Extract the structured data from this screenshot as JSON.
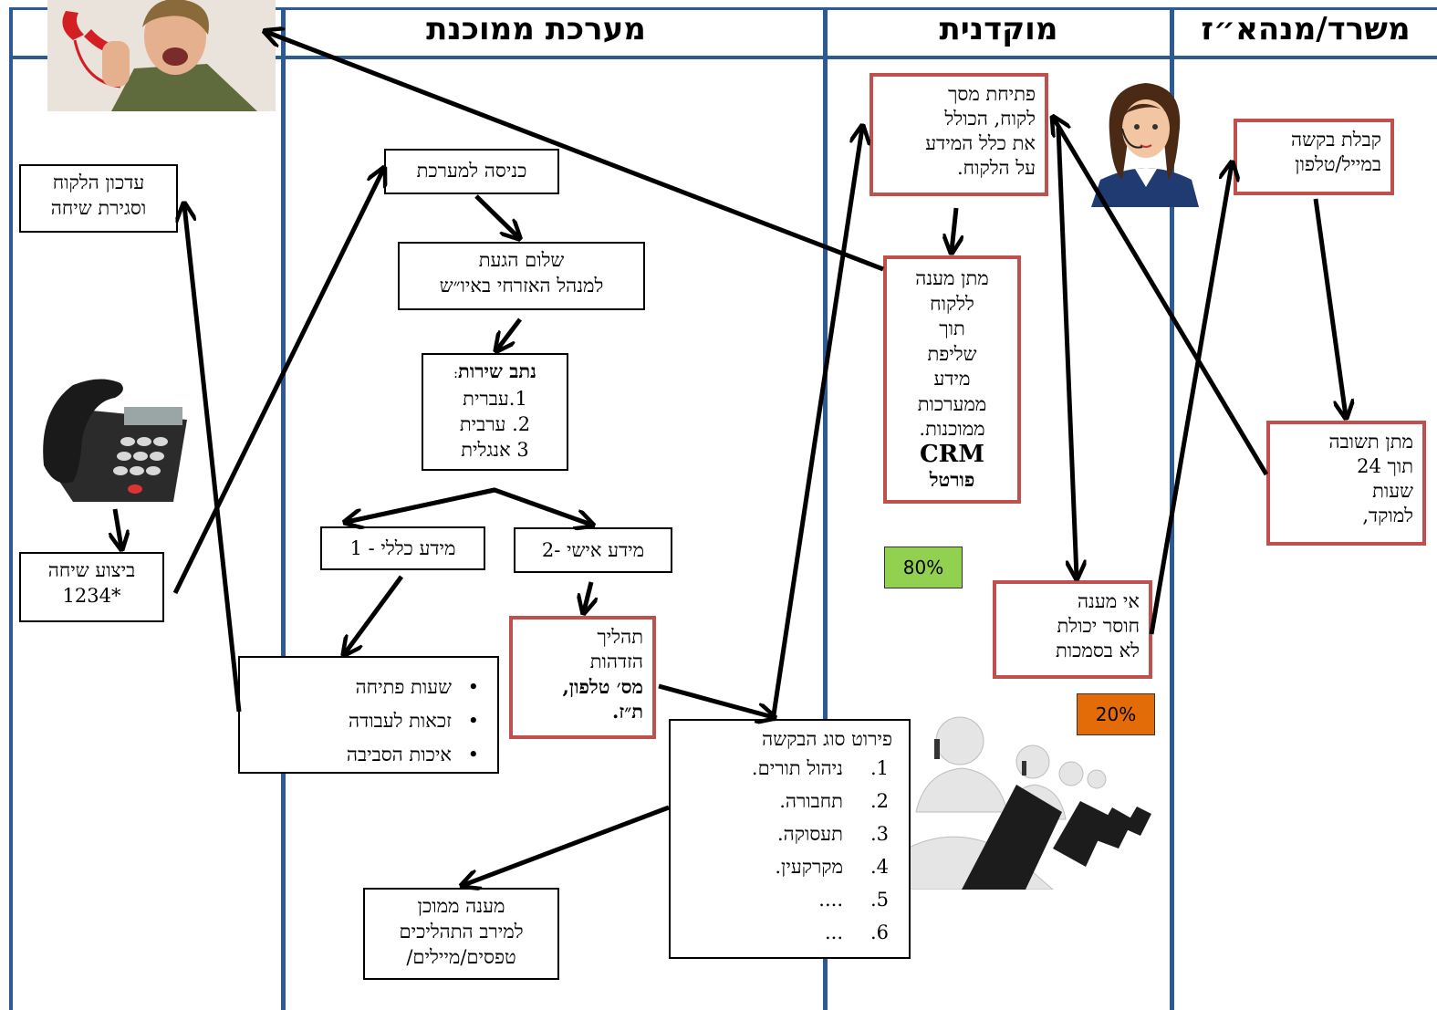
{
  "lanes": {
    "ministry": "משרד/מנהא״ז",
    "call_center": "מוקדנית",
    "automated": "מערכת ממוכנת"
  },
  "boxes": {
    "enter_system": "כניסה למערכת",
    "greeting_l1": "שלום הגעת",
    "greeting_l2": "למנהל האזרחי באיו״ש",
    "route_title": "נתב שירות",
    "route_colon": ":",
    "route_1": "1.עברית",
    "route_2": "2. ערבית",
    "route_3": "3 אנגלית",
    "general_info": "מידע כללי - 1",
    "personal_info": "מידע אישי -2",
    "general_items": [
      "שעות פתיחה",
      "זכאות לעבודה",
      "איכות הסביבה"
    ],
    "identify_1": "תהליך",
    "identify_2": "הזדהות",
    "identify_3": "מס׳ טלפון,",
    "identify_4": "ת״ז.",
    "request_title": "פירוט סוג הבקשה",
    "request_items": [
      {
        "num": "1.",
        "label": "ניהול תורים."
      },
      {
        "num": "2.",
        "label": "תחבורה."
      },
      {
        "num": "3.",
        "label": "תעסוקה."
      },
      {
        "num": "4.",
        "label": "מקרקעין."
      },
      {
        "num": "5.",
        "label": "...."
      },
      {
        "num": "6.",
        "label": "..."
      }
    ],
    "auto_answer_1": "מענה ממוכן",
    "auto_answer_2": "למירב התהליכים",
    "auto_answer_3": "טפסים/מיילים/",
    "update_client_1": "עדכון הלקוח",
    "update_client_2": "וסגירת שיחה",
    "make_call_1": "ביצוע שיחה",
    "make_call_2": "1234*",
    "open_screen": [
      "פתיחת מסך",
      "לקוח, הכולל",
      "את כלל המידע",
      "על הלקוח."
    ],
    "answer_client": [
      "מתן מענה",
      "ללקוח",
      "תוך",
      "שליפת",
      "מידע",
      "ממערכות",
      "ממוכנות."
    ],
    "answer_crm": "CRM",
    "answer_portal": "פורטל",
    "no_answer": [
      "אי מענה",
      "חוסר יכולת",
      "לא בסמכות"
    ],
    "receive_request": [
      "קבלת בקשה",
      "במייל/טלפון"
    ],
    "give_reply": [
      "מתן תשובה",
      "תוך 24",
      "שעות",
      "למוקד,"
    ]
  },
  "badges": {
    "pct_answer": "80%",
    "pct_no_answer": "20%"
  },
  "colors": {
    "lane_line": "#2e5a94",
    "red_border": "#c0504d",
    "green_badge": "#92d050",
    "orange_badge": "#e36c09"
  },
  "icons": [
    "angry-caller-icon",
    "desk-phone-icon",
    "operator-icon",
    "call-center-agents-icon"
  ]
}
